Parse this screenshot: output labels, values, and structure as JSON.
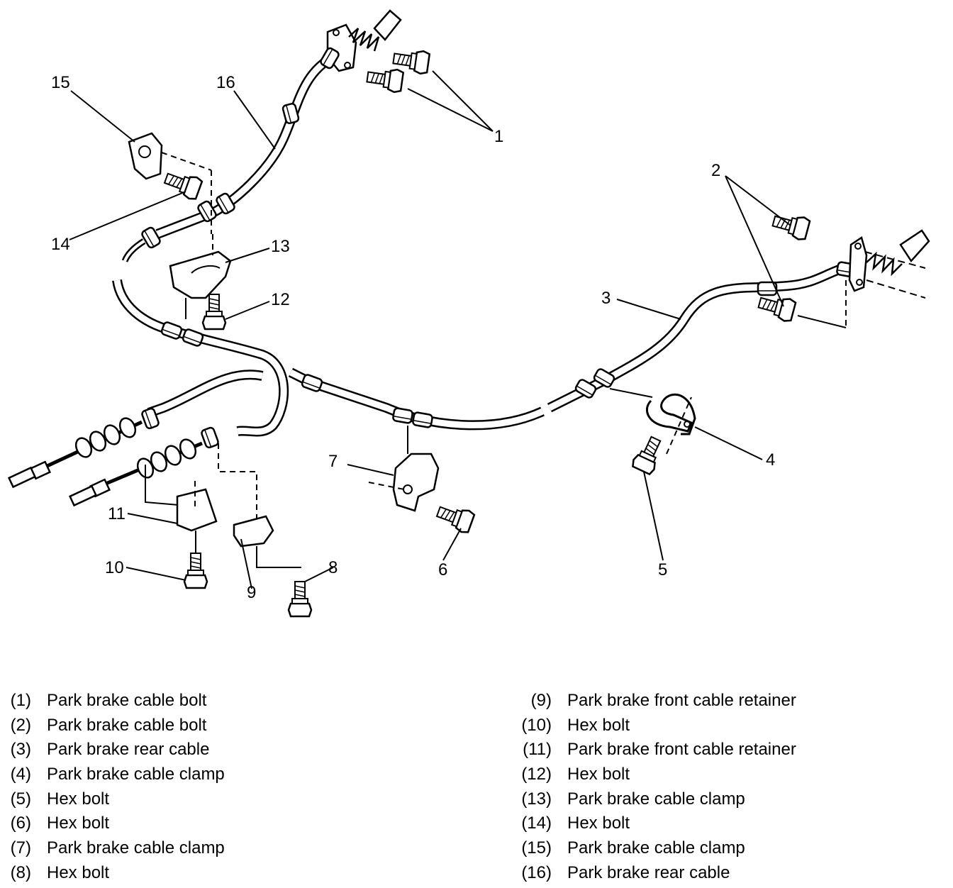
{
  "diagram": {
    "callouts": [
      "1",
      "2",
      "3",
      "4",
      "5",
      "6",
      "7",
      "8",
      "9",
      "10",
      "11",
      "12",
      "13",
      "14",
      "15",
      "16"
    ]
  },
  "legend": {
    "left": [
      {
        "num": "(1)",
        "text": "Park brake cable bolt"
      },
      {
        "num": "(2)",
        "text": "Park brake cable bolt"
      },
      {
        "num": "(3)",
        "text": "Park brake rear cable"
      },
      {
        "num": "(4)",
        "text": "Park brake cable clamp"
      },
      {
        "num": "(5)",
        "text": "Hex bolt"
      },
      {
        "num": "(6)",
        "text": "Hex bolt"
      },
      {
        "num": "(7)",
        "text": "Park brake cable clamp"
      },
      {
        "num": "(8)",
        "text": "Hex bolt"
      }
    ],
    "right": [
      {
        "num": "(9)",
        "text": "Park brake front cable retainer"
      },
      {
        "num": "(10)",
        "text": "Hex bolt"
      },
      {
        "num": "(11)",
        "text": "Park brake front cable retainer"
      },
      {
        "num": "(12)",
        "text": "Hex bolt"
      },
      {
        "num": "(13)",
        "text": "Park brake cable clamp"
      },
      {
        "num": "(14)",
        "text": "Hex bolt"
      },
      {
        "num": "(15)",
        "text": "Park brake cable clamp"
      },
      {
        "num": "(16)",
        "text": "Park brake rear cable"
      }
    ]
  }
}
